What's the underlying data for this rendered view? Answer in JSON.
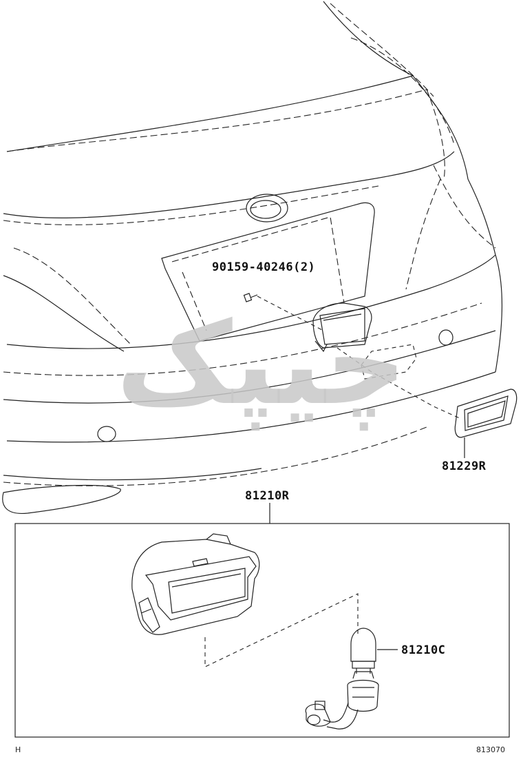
{
  "labels": {
    "bolt": "90159-40246(2)",
    "bezel": "81229R",
    "lamp_assy": "81210R",
    "bulb": "81210C"
  },
  "footer": {
    "left_code": "H",
    "right_code": "813070"
  },
  "watermark": {
    "text": "چیپک",
    "color": "#c8c8c8"
  },
  "colors": {
    "line": "#222222",
    "background": "#ffffff"
  }
}
